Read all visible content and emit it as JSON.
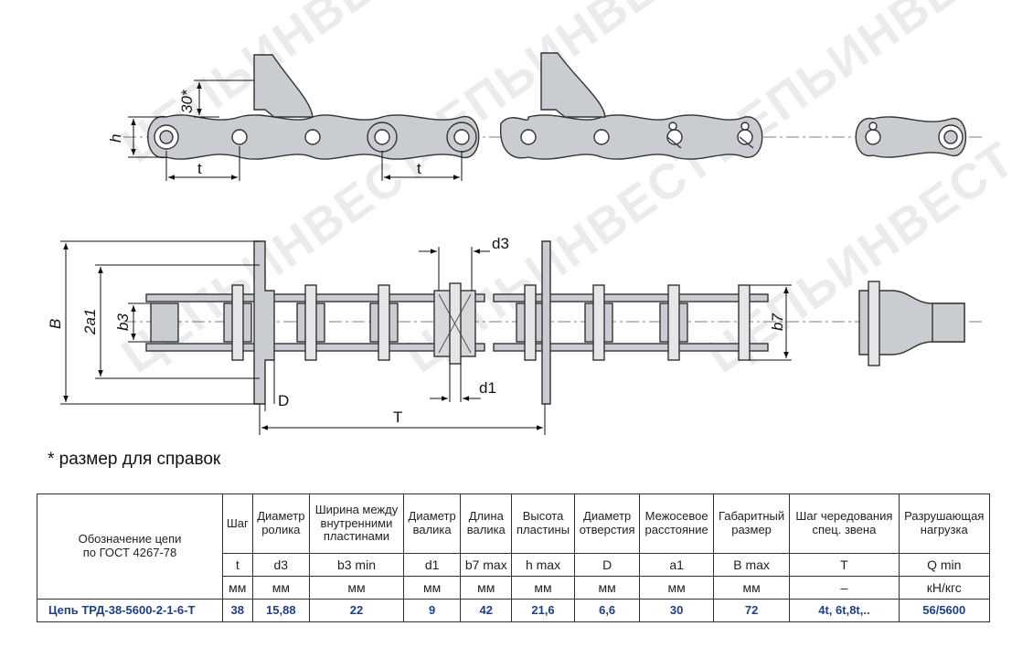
{
  "drawing": {
    "dimension_labels": {
      "h": "h",
      "dim30": "30*",
      "t_left": "t",
      "t_mid": "t",
      "d3": "d3",
      "B": "B",
      "a1x2": "2a1",
      "b3": "b3",
      "D": "D",
      "T": "T",
      "d1": "d1",
      "b7": "b7"
    },
    "watermark": "ЦЕПЬИНВЕСТ"
  },
  "note": "* размер для справок",
  "table": {
    "headers": [
      "Обозначение цепи\nпо ГОСТ 4267-78",
      "Шаг",
      "Диаметр\nролика",
      "Ширина между\nвнутренними\nпластинами",
      "Диаметр\nвалика",
      "Длина\nвалика",
      "Высота\nпластины",
      "Диаметр\nотверстия",
      "Межосевое\nрасстояние",
      "Габаритный\nразмер",
      "Шаг чередования\nспец. звена",
      "Разрушающая\nнагрузка"
    ],
    "symbols": [
      "t",
      "d3",
      "b3 min",
      "d1",
      "b7 max",
      "h max",
      "D",
      "a1",
      "B max",
      "T",
      "Q min"
    ],
    "units": [
      "мм",
      "мм",
      "мм",
      "мм",
      "мм",
      "мм",
      "мм",
      "мм",
      "мм",
      "–",
      "кН/кгс"
    ],
    "row": {
      "name": "Цепь ТРД-38-5600-2-1-6-Т",
      "values": [
        "38",
        "15,88",
        "22",
        "9",
        "42",
        "21,6",
        "6,6",
        "30",
        "72",
        "4t, 6t,8t,..",
        "56/5600"
      ]
    }
  }
}
